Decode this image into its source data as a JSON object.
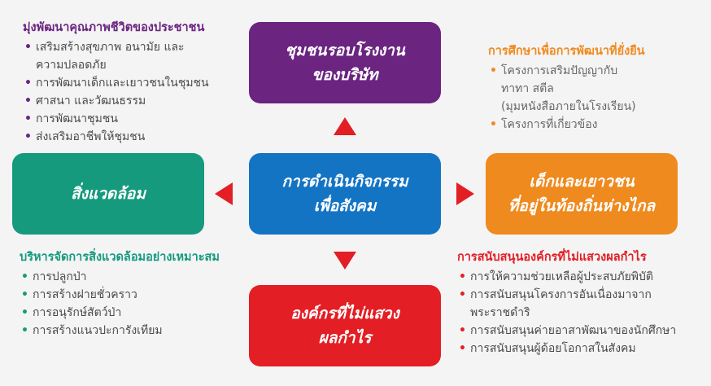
{
  "colors": {
    "purple": "#6b2480",
    "blue": "#1474c4",
    "orange": "#ef8a1e",
    "green": "#169a7e",
    "red": "#e31e24"
  },
  "boxes": {
    "top": {
      "line1": "ชุมชนรอบโรงงาน",
      "line2": "ของบริษัท"
    },
    "center": {
      "line1": "การดำเนินกิจกรรม",
      "line2": "เพื่อสังคม"
    },
    "left": {
      "line1": "สิ่งแวดล้อม"
    },
    "right": {
      "line1": "เด็กและเยาวชน",
      "line2": "ที่อยู่ในท้องถิ่นห่างไกล"
    },
    "bottom": {
      "line1": "องค์กรที่ไม่แสวง",
      "line2": "ผลกำไร"
    }
  },
  "groups": {
    "top_left": {
      "title": "มุ่งพัฒนาคุณภาพชีวิตของประชาชน",
      "items": [
        "เสริมสร้างสุขภาพ อนามัย และ",
        "ความปลอดภัย",
        "การพัฒนาเด็กและเยาวชนในชุมชน",
        "ศาสนา และวัฒนธรรม",
        "การพัฒนาชุมชน",
        "ส่งเสริมอาชีพให้ชุมชน"
      ]
    },
    "top_right": {
      "title": "การศึกษาเพื่อการพัฒนาที่ยั่งยืน",
      "items": [
        "โครงการเสริมปัญญากับ",
        "ทาทา สตีล",
        "(มุมหนังสือภายในโรงเรียน)",
        "โครงการที่เกี่ยวข้อง"
      ]
    },
    "bottom_left": {
      "title": "บริหารจัดการสิ่งแวดล้อมอย่างเหมาะสม",
      "items": [
        "การปลูกป่า",
        "การสร้างฝายชั่วคราว",
        "การอนุรักษ์สัตว์ป่า",
        "การสร้างแนวปะการังเทียม"
      ]
    },
    "bottom_right": {
      "title": "การสนับสนุนองค์กรที่ไม่แสวงผลกำไร",
      "items": [
        "การให้ความช่วยเหลือผู้ประสบภัยพิบัติ",
        "การสนับสนุนโครงการอันเนื่องมาจาก",
        "พระราชดำริ",
        "การสนับสนุนค่ายอาสาพัฒนาของนักศึกษา",
        "การสนับสนุนผู้ด้อยโอกาสในสังคม"
      ]
    }
  }
}
